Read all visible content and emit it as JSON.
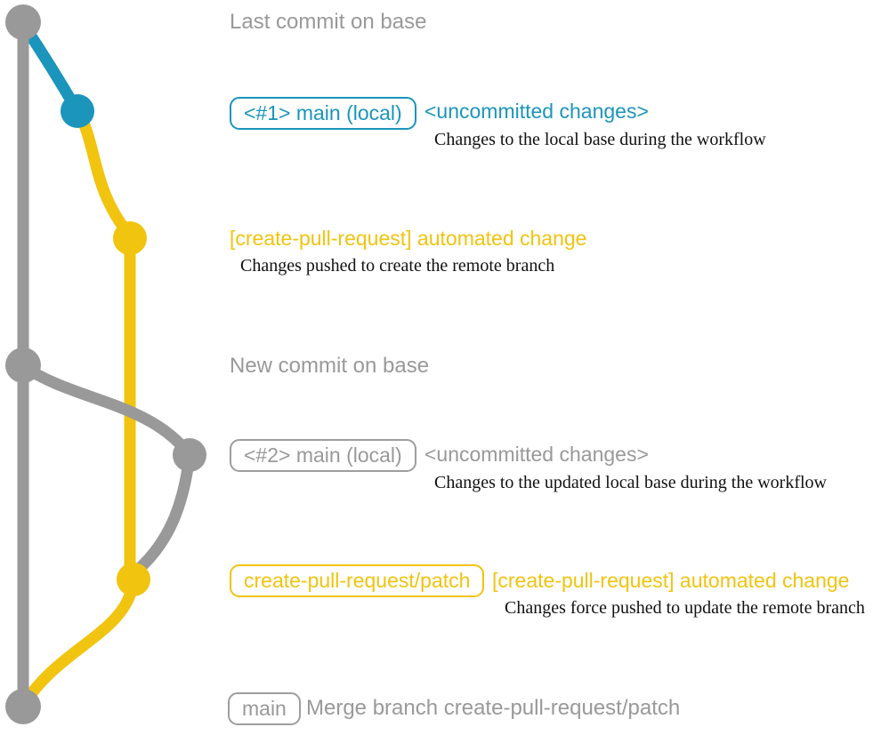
{
  "colors": {
    "base_gray": "#999999",
    "local_blue": "#1b95bb",
    "branch_yellow": "#f1c40f",
    "description_black": "#111111",
    "background": "#ffffff"
  },
  "graph": {
    "commits": [
      {
        "name": "base-commit-1",
        "color_key": "base_gray"
      },
      {
        "name": "local-commit-1",
        "color_key": "local_blue"
      },
      {
        "name": "patch-commit-1",
        "color_key": "branch_yellow"
      },
      {
        "name": "base-commit-2",
        "color_key": "base_gray"
      },
      {
        "name": "local-commit-2",
        "color_key": "base_gray"
      },
      {
        "name": "patch-commit-2",
        "color_key": "branch_yellow"
      },
      {
        "name": "merge-commit",
        "color_key": "base_gray"
      }
    ]
  },
  "rows": {
    "last_commit": {
      "title": "Last commit on base"
    },
    "local_main_1": {
      "badge": "<#1> main (local)",
      "heading": "<uncommitted changes>",
      "description": "Changes to the local base during the workflow"
    },
    "automated_change_1": {
      "heading": "[create-pull-request] automated change",
      "description": "Changes pushed to create the remote branch"
    },
    "new_commit": {
      "title": "New commit on base"
    },
    "local_main_2": {
      "badge": "<#2> main (local)",
      "heading": "<uncommitted changes>",
      "description": "Changes to the updated local base during the workflow"
    },
    "patch_branch": {
      "badge": "create-pull-request/patch",
      "heading": "[create-pull-request] automated change",
      "description": "Changes force pushed to update the remote branch"
    },
    "merge": {
      "badge": "main",
      "title": "Merge branch create-pull-request/patch"
    }
  }
}
